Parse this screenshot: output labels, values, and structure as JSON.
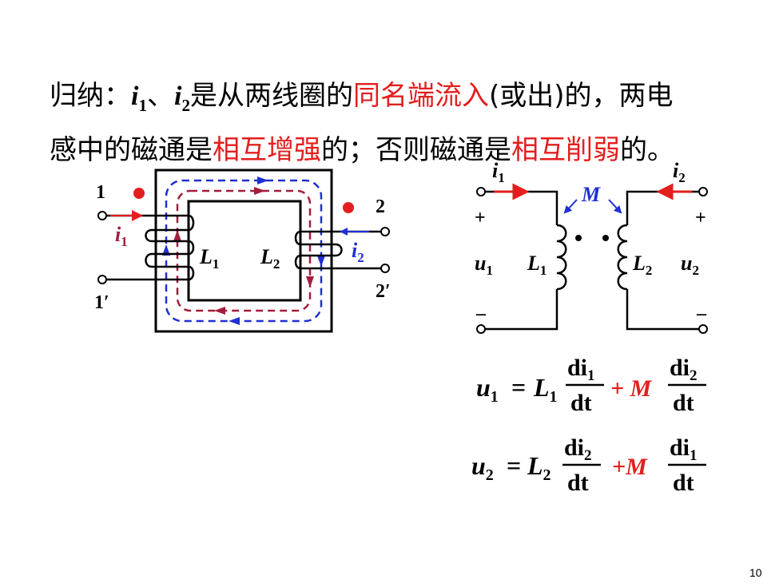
{
  "summary": {
    "line1_a": "归纳：",
    "i1": "i",
    "i1_sub": "1",
    "sep": "、",
    "i2": "i",
    "i2_sub": "2",
    "line1_b": "是从两线圈的",
    "line1_red": "同名端流入",
    "line1_c": "(或出)的，两电",
    "line2_a": "感中的磁通是",
    "line2_red1": "相互增强",
    "line2_b": "的；否则磁通是",
    "line2_red2": "相互削弱",
    "line2_c": "的。"
  },
  "core": {
    "t1": "1",
    "t1p": "1′",
    "t2": "2",
    "t2p": "2′",
    "i1": "i",
    "i1_sub": "1",
    "i2": "i",
    "i2_sub": "2",
    "L1": "L",
    "L1_sub": "1",
    "L2": "L",
    "L2_sub": "2"
  },
  "circuit": {
    "i1": "i",
    "i1_sub": "1",
    "i2": "i",
    "i2_sub": "2",
    "M": "M",
    "plus1": "+",
    "minus1": "–",
    "plus2": "+",
    "minus2": "–",
    "u1": "u",
    "u1_sub": "1",
    "u2": "u",
    "u2_sub": "2",
    "L1": "L",
    "L1_sub": "1",
    "L2": "L",
    "L2_sub": "2"
  },
  "eq1": {
    "lhs": "u",
    "lhs_sub": "1",
    "eq": "=",
    "L": "L",
    "L_sub": "1",
    "num1": "di",
    "num1_sub": "1",
    "den1": "dt",
    "plus_m": "+ M",
    "num2": "di",
    "num2_sub": "2",
    "den2": "dt"
  },
  "eq2": {
    "lhs": "u",
    "lhs_sub": "2",
    "eq": "=",
    "L": "L",
    "L_sub": "2",
    "num1": "di",
    "num1_sub": "2",
    "den1": "dt",
    "plus_m": "+M",
    "num2": "di",
    "num2_sub": "1",
    "den2": "dt"
  },
  "page_number": "10",
  "colors": {
    "red": "#e41e1e",
    "blue": "#1f2fd6",
    "dark_red": "#a31c3c",
    "black": "#000000"
  }
}
